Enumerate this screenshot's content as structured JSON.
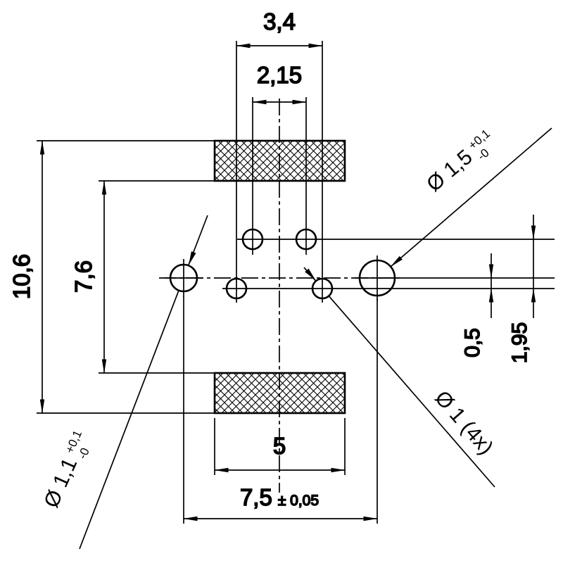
{
  "colors": {
    "line": "#000000",
    "background": "#ffffff"
  },
  "labels": {
    "top_outer": "3,4",
    "top_inner": "2,15",
    "left_outer": "10,6",
    "left_inner": "7,6",
    "pad_width": "5",
    "span": "7,5",
    "span_tol": "± 0,05",
    "offset_small": "0,5",
    "row_gap": "1,95",
    "hole_d15": {
      "text": "Ø 1,5",
      "tol_plus": "+0,1",
      "tol_minus": "-0"
    },
    "hole_d11": {
      "text": "Ø 1,1",
      "tol_plus": "+0,1",
      "tol_minus": "-0"
    },
    "hole_d1": "Ø 1 (4x)"
  }
}
